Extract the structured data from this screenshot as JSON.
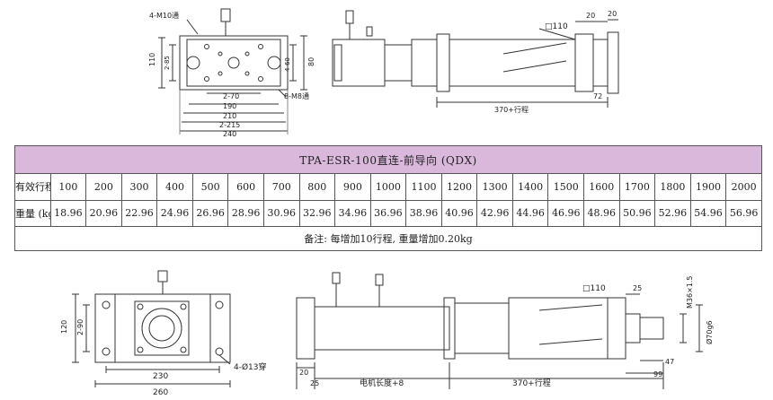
{
  "top_drawing": {
    "front_view": {
      "hole_note_top": "4-M10通",
      "dim_110": "110",
      "dim_2_85": "2-85",
      "dim_4_60": "4-60",
      "dim_80": "80",
      "hole_note_bottom": "8-M8通",
      "dim_2_70": "2-70",
      "dim_190": "190",
      "dim_210": "210",
      "dim_2_215": "2-215",
      "dim_240": "240"
    },
    "side_view": {
      "square_110": "□110",
      "dim_20a": "20",
      "dim_20b": "20",
      "dim_370": "370+行程",
      "dim_72": "72"
    }
  },
  "spec_table": {
    "title": "TPA-ESR-100直连-前导向 (QDX)",
    "stroke_label": "有效行程 (mm)",
    "strokes": [
      "100",
      "200",
      "300",
      "400",
      "500",
      "600",
      "700",
      "800",
      "900",
      "1000",
      "1100",
      "1200",
      "1300",
      "1400",
      "1500",
      "1600",
      "1700",
      "1800",
      "1900",
      "2000"
    ],
    "weight_label": "重量 (kg)",
    "weights": [
      "18.96",
      "20.96",
      "22.96",
      "24.96",
      "26.96",
      "28.96",
      "30.96",
      "32.96",
      "34.96",
      "36.96",
      "38.96",
      "40.96",
      "42.96",
      "44.96",
      "46.96",
      "48.96",
      "50.96",
      "52.96",
      "54.96",
      "56.96"
    ],
    "note": "备注: 每增加10行程, 重量增加0.20kg"
  },
  "bottom_drawing": {
    "front_view": {
      "dim_120": "120",
      "dim_2_90": "2-90",
      "dim_230": "230",
      "dim_260": "260",
      "hole_note": "4-Ø13穿"
    },
    "side_view": {
      "square_110": "□110",
      "dim_25_top": "25",
      "thread": "M36×1.5",
      "dia_70": "Ø70g6",
      "dim_20": "20",
      "dim_25": "25",
      "motor_length": "电机长度+8",
      "dim_370": "370+行程",
      "dim_47": "47",
      "dim_99": "99"
    }
  }
}
